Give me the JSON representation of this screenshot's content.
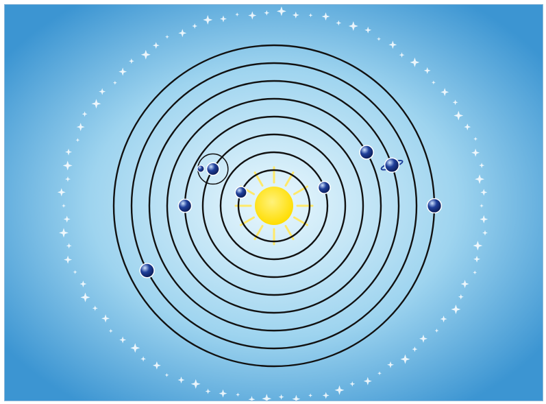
{
  "colors": {
    "sky_center": "#e9f7fd",
    "sky_mid": "#9ed4ef",
    "sky_edge": "#3c95d2",
    "orbit_stroke": "#111111",
    "sun_fill": "#ffdd00",
    "sun_ray": "#ffe96a",
    "planet_fill": "#1f3f9a",
    "planet_highlight": "#cfe3ff",
    "star_fill": "#ffffff"
  },
  "diagram": {
    "type": "solar-system",
    "orbit_count": 8,
    "sun_ray_count": 12,
    "planets": [
      {
        "name": "planet-1",
        "orbit": 1,
        "angle_deg": 202
      },
      {
        "name": "planet-2",
        "orbit": 2,
        "angle_deg": 340
      },
      {
        "name": "planet-3",
        "orbit": 3,
        "angle_deg": 211
      },
      {
        "name": "planet-4",
        "orbit": 4,
        "angle_deg": 180
      },
      {
        "name": "planet-5",
        "orbit": 5,
        "angle_deg": 330
      },
      {
        "name": "planet-6",
        "orbit": 6,
        "angle_deg": 341,
        "has_ring": true
      },
      {
        "name": "planet-7",
        "orbit": 7,
        "angle_deg": 153
      },
      {
        "name": "planet-8",
        "orbit": 8,
        "angle_deg": 0
      }
    ],
    "moon": {
      "planet": "planet-3",
      "has_moon_orbit": true
    }
  }
}
